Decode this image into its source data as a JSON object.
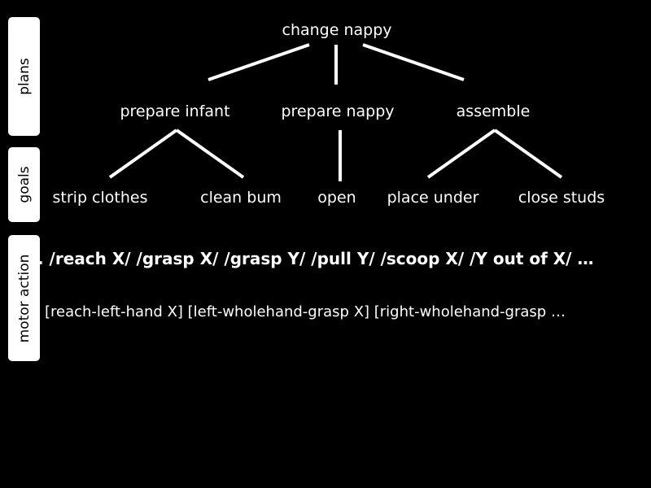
{
  "levels": {
    "plans": "plans",
    "goals": "goals",
    "motor_action": "motor action"
  },
  "tree": {
    "root": "change nappy",
    "plans": [
      "prepare infant",
      "prepare nappy",
      "assemble"
    ],
    "goals": [
      "strip clothes",
      "clean bum",
      "open",
      "place under",
      "close studs"
    ]
  },
  "motor_actions": {
    "abstract": ". /reach X/ /grasp X/ /grasp Y/  /pull Y/ /scoop X/ /Y out of X/ …",
    "specific": "[reach-left-hand X] [left-wholehand-grasp X] [right-wholehand-grasp …"
  },
  "colors": {
    "background": "#000000",
    "foreground": "#ffffff"
  }
}
